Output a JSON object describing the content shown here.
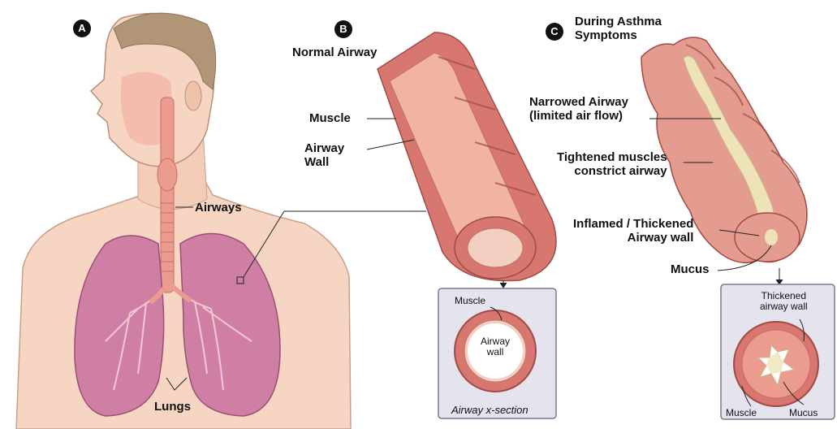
{
  "panels": {
    "a": {
      "badge": "A",
      "airways_label": "Airways",
      "lungs_label": "Lungs"
    },
    "b": {
      "badge": "B",
      "title": "Normal Airway",
      "muscle_label": "Muscle",
      "airway_wall_label_1": "Airway",
      "airway_wall_label_2": "Wall",
      "inset_muscle": "Muscle",
      "inset_wall_1": "Airway",
      "inset_wall_2": "wall",
      "inset_caption": "Airway x-section"
    },
    "c": {
      "badge": "C",
      "title_1": "During Asthma",
      "title_2": "Symptoms",
      "narrowed_1": "Narrowed Airway",
      "narrowed_2": "(limited air flow)",
      "tightened_1": "Tightened muscles",
      "tightened_2": "constrict airway",
      "inflamed_1": "Inflamed / Thickened",
      "inflamed_2": "Airway wall",
      "mucus_label": "Mucus",
      "inset_thick_1": "Thickened",
      "inset_thick_2": "airway wall",
      "inset_muscle": "Muscle",
      "inset_mucus": "Mucus"
    }
  },
  "colors": {
    "skin": "#f6d6c2",
    "lung": "#cf7fa3",
    "airway_wall": "#d8776f",
    "airway_inner": "#f0b3a4",
    "mucus": "#eee2b8",
    "inset_bg": "#e4e3ee"
  }
}
